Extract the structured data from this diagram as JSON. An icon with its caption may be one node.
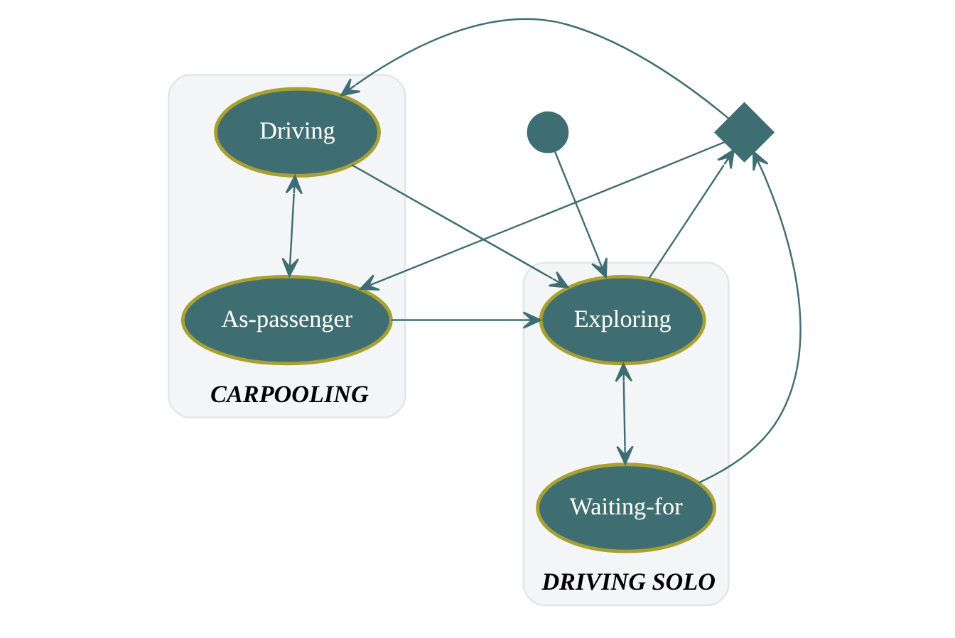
{
  "diagram": {
    "nodes": [
      {
        "text": [
          "DRIVING SOLO"
        ]
      },
      {
        "text": [
          "Exploring"
        ],
        "in": 0
      },
      {
        "text": [
          "Waiting-for"
        ],
        "in": 0
      },
      {
        "text": [],
        "shape": "circle"
      },
      {
        "text": [],
        "shape": "diamond"
      },
      {
        "text": [
          "CARPOOLING"
        ]
      },
      {
        "text": [
          "Driving"
        ],
        "in": 5
      },
      {
        "text": [
          "As-passenger"
        ],
        "in": 5
      }
    ],
    "edges": [
      {
        "from": 3,
        "to": 1,
        "arrow": "to"
      },
      {
        "from": 1,
        "to": 2,
        "arrow": "both"
      },
      {
        "from": 2,
        "to": 4,
        "arrow": "to"
      },
      {
        "from": 7,
        "to": 1,
        "arrow": "to"
      },
      {
        "from": 1,
        "to": 4,
        "arrow": "to"
      },
      {
        "from": 6,
        "to": 1,
        "arrow": "to"
      },
      {
        "from": 4,
        "to": 7,
        "arrow": "to"
      },
      {
        "from": 4,
        "to": 6,
        "arrow": "to"
      },
      {
        "from": 6,
        "to": 7,
        "arrow": "both"
      }
    ]
  }
}
